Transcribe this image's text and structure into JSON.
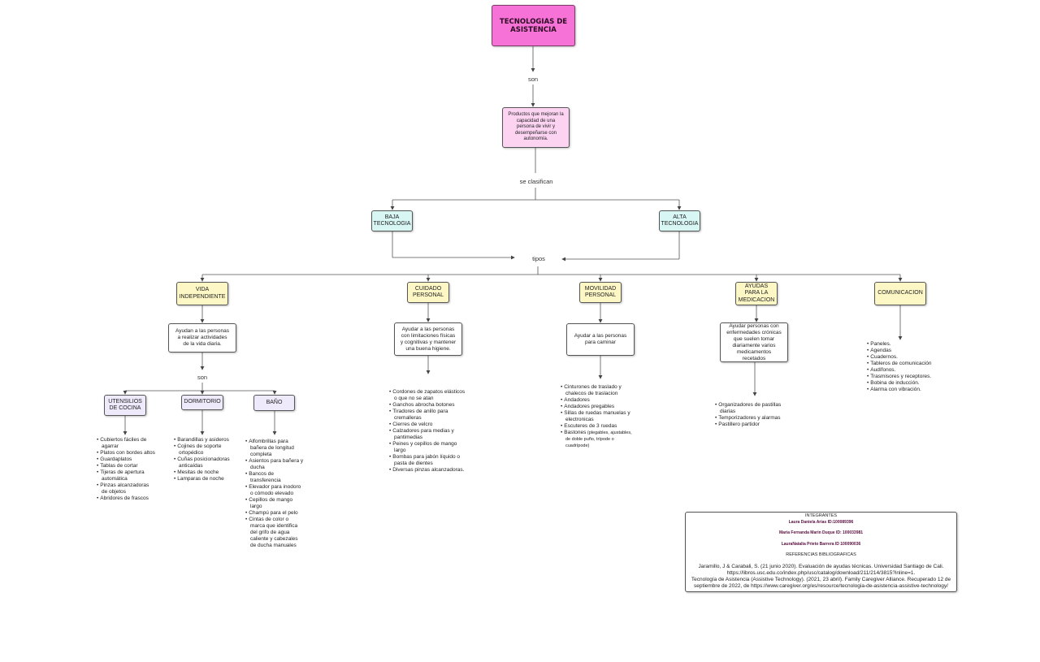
{
  "root": "TECNOLOGIAS DE ASISTENCIA",
  "connectors": {
    "son": "son",
    "se_clasifican": "se clasifican",
    "tipos": "tipos",
    "son2": "son"
  },
  "definition": "Productos que mejoran la capacidad de una persona de vivir y desempeñarse con autonomía.",
  "baja": "BAJA TECNOLOGIA",
  "alta": "ALTA TECNOLOGIA",
  "categories": [
    {
      "title": "VIDA INDEPENDIENTE",
      "desc": "Ayudan a las personas a realizar actividades de la vida diaria."
    },
    {
      "title": "CUIDADO PERSONAL",
      "desc": "Ayudar a las personas con limitaciones físicas y cognitivas  y mantener una buena higiene.",
      "items": [
        "Cordones de zapatos elásticos o que no se atan",
        "Ganchos abrocha botones",
        "Tiradores de anillo para cremalleras",
        "Cierres de velcro",
        "Calzadores para medias y pantimedias",
        "Peines y cepillos de mango largo",
        "Bombas para jabón líquido o pasta de dientes",
        "Diversas pinzas alcanzadoras."
      ]
    },
    {
      "title": "MOVILIDAD PERSONAL",
      "desc": "Ayudar a las personas para caminar",
      "items": [
        "Cinturones de traslado y chalecos de traslacion",
        "Andadores",
        "Andadores pregables",
        "Sillas de ruedas manuelas y electronicas",
        "Escuteres de 3 ruedas"
      ],
      "bastones": "Bastones",
      "bastones_note": " (plegables, ajustables, de doble puño, trípode o cuadrípode)"
    },
    {
      "title": "AYUDAS PARA LA MEDICACION",
      "desc": "Ayudar personas con enfermedades crónicas que suelen tomar diariamente varios medicamentos recetados",
      "items": [
        "Organizadores de pastillas diarias",
        "Temporizadores y alarmas",
        "Pastillero partidor"
      ]
    },
    {
      "title": "COMUNICACION",
      "items": [
        "Paneles.",
        "Agendas",
        "Cuadernos.",
        "Tableros de comunicación",
        "Audífonos.",
        "Trasmisores y receptores.",
        "Bobina de inducción.",
        "Alarma con vibración."
      ]
    }
  ],
  "subcategories": [
    {
      "title": "UTENSILIOS DE COCINA",
      "items": [
        "Cubiertos fáciles de agarrar",
        "Platos con bordes altos",
        "Guardaplatos",
        "Tablas de cortar",
        "Tijeras de apertura automática",
        "Pinzas alcanzadoras de objetos",
        "Abridores de frascos"
      ]
    },
    {
      "title": "DORMITORIO",
      "items": [
        "Barandillas y asideros",
        "Cojines de soporte ortopédico",
        "Cuñas posicionadoras anticaídas",
        "Mesitas de noche",
        "Lamparas de noche"
      ]
    },
    {
      "title": "BAÑO",
      "items": [
        "Alfombrillas para bañera de longitud completa",
        "Asientos para bañera y ducha",
        "Bancos de transferencia",
        "Elevador para inodoro o cómodo elevado",
        "Cepillos de mango largo",
        "Champú para el pelo",
        "Cintas de color o marca que identifica del grifo de agua caliente y cabezales de ducha manuales"
      ]
    }
  ],
  "integrantes": {
    "heading": "INTEGRANTES",
    "members": [
      "Laura Daniela Arias ID:100089396",
      "Maria Fernanda Marin Duque ID: 100033981",
      "LauraNatalia Prieto Barrera ID 100090036"
    ],
    "refs_heading": "REFERENCIAS BIBLIOGRAFICAS",
    "refs": [
      "Jaramillo, J & Carabali, S. (21 junio 2020). Evaluación de ayudas técnicas. Universidad Santiago de Cali. https://libros.usc.edu.co/index.php/usc/catalog/download/211/214/3815?inline=1.",
      "Tecnología de Asistencia (Assistive Technology). (2021, 23 abril). Family Caregiver Alliance. Recuperado 12 de septiembre de 2022, de https://www.caregiver.org/es/resource/tecnologia-de-asistencia-assistive-technology/"
    ]
  },
  "colors": {
    "root": "#f772d6",
    "definition": "#fcd4f2",
    "technology": "#d7f6f4",
    "category": "#fdf7c6",
    "subcategory": "#efeafb",
    "names": "#5a0f3f"
  }
}
